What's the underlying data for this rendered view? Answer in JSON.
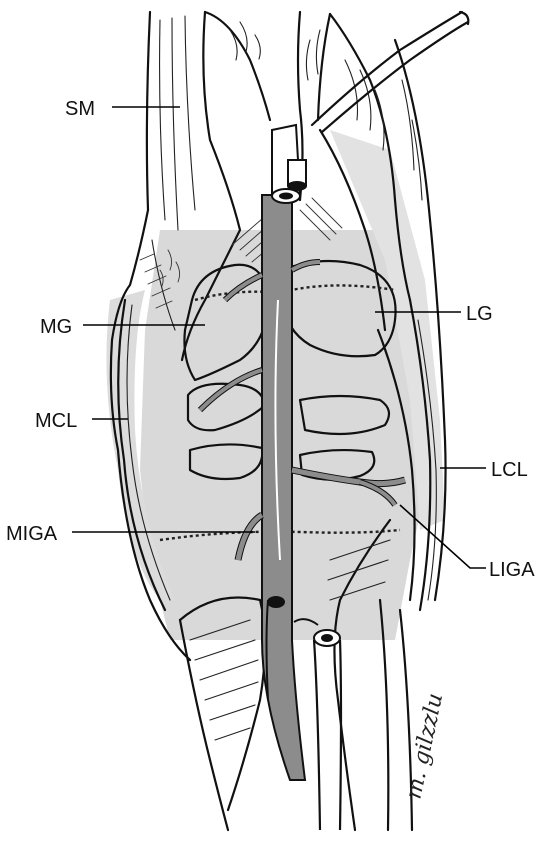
{
  "labels": {
    "sm": "SM",
    "mg": "MG",
    "mcl": "MCL",
    "miga": "MIGA",
    "lg": "LG",
    "lcl": "LCL",
    "liga": "LIGA"
  },
  "colors": {
    "background": "#ffffff",
    "shadow": "#d9d9d9",
    "artery": "#8c8c8c",
    "ink": "#111111"
  },
  "signature_text": "m. gilzzlu"
}
